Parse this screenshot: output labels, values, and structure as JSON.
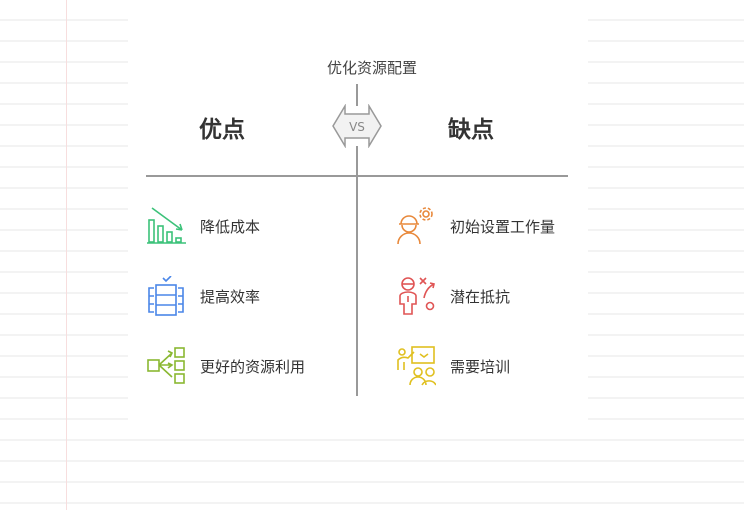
{
  "title": "优化资源配置",
  "vs_label": "VS",
  "pros": {
    "heading": "优点",
    "items": [
      {
        "label": "降低成本",
        "icon": "cost-reduction-chart-icon",
        "color": "#3cc27a"
      },
      {
        "label": "提高效率",
        "icon": "server-check-icon",
        "color": "#4a86e8"
      },
      {
        "label": "更好的资源利用",
        "icon": "distribution-icon",
        "color": "#8ab832"
      }
    ]
  },
  "cons": {
    "heading": "缺点",
    "items": [
      {
        "label": "初始设置工作量",
        "icon": "worker-gear-icon",
        "color": "#e8883a"
      },
      {
        "label": "潜在抵抗",
        "icon": "person-strategy-icon",
        "color": "#e05555"
      },
      {
        "label": "需要培训",
        "icon": "training-presentation-icon",
        "color": "#e0c020"
      }
    ]
  }
}
